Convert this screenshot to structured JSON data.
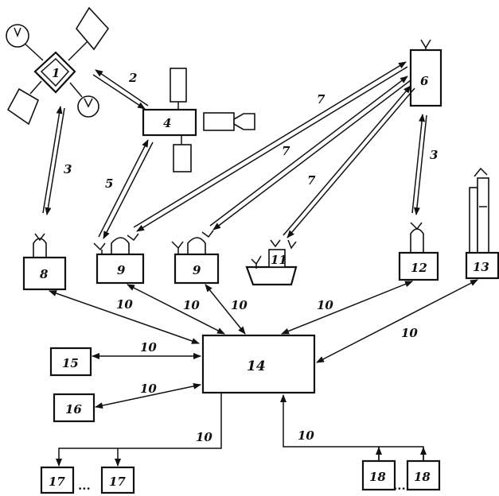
{
  "nodes": {
    "satellite": "1",
    "station_4": "4",
    "station_6": "6",
    "ground_8": "8",
    "ground_9a": "9",
    "ground_9b": "9",
    "ship_11": "11",
    "ground_12": "12",
    "tower_13": "13",
    "center_14": "14",
    "term_15": "15",
    "term_16": "16",
    "term_17a": "17",
    "term_17b": "17",
    "term_18a": "18",
    "term_18b": "18"
  },
  "links": {
    "l2": "2",
    "l3a": "3",
    "l3b": "3",
    "l5": "5",
    "l7a": "7",
    "l7b": "7",
    "l7c": "7",
    "l10_8": "10",
    "l10_9a": "10",
    "l10_9b": "10",
    "l10_12": "10",
    "l10_13": "10",
    "l10_15": "10",
    "l10_16": "10",
    "l10_17": "10",
    "l10_18": "10"
  },
  "ellipsis": "..."
}
